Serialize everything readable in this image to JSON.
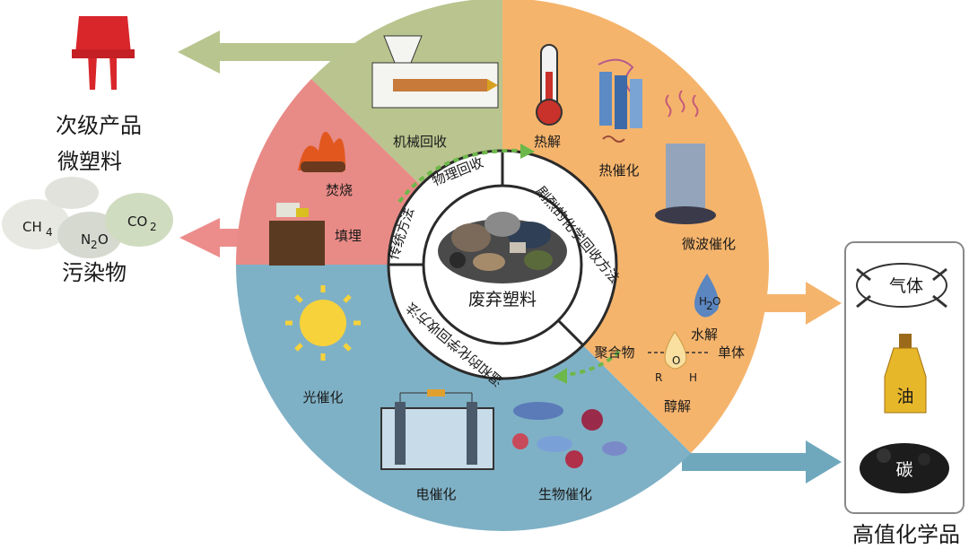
{
  "center": {
    "label": "废弃塑料"
  },
  "arcs": {
    "traditional": "传统方法",
    "physical": "物理回收",
    "drastic": "剧烈的化学回收方法",
    "mild": "温和的化学回收方法"
  },
  "sectors": {
    "mechanical": "机械回收",
    "incineration": "焚烧",
    "landfill": "填埋",
    "pyrolysis": "热解",
    "thermal_catalysis": "热催化",
    "microwave": "微波催化",
    "hydrolysis": "水解",
    "alcoholysis": "醇解",
    "photocatalysis": "光催化",
    "electrocatalysis": "电催化",
    "biocatalysis": "生物催化"
  },
  "chem": {
    "polymer": "聚合物",
    "monomer": "单体",
    "h2o_h": "H",
    "h2o_2": "2",
    "h2o_o": "O",
    "r": "R",
    "o": "O",
    "h": "H"
  },
  "outputs": {
    "secondary": "次级产品",
    "microplastic": "微塑料",
    "pollutant": "污染物",
    "gas": "气体",
    "oil": "油",
    "carbon": "碳",
    "high_value": "高值化学品",
    "ch4": "CH",
    "ch4_sub": "4",
    "n2o": "N",
    "n2o_sub": "2",
    "n2o_o": "O",
    "co2": "CO",
    "co2_sub": "2"
  },
  "colors": {
    "mechanical": "#b9c48e",
    "red": "#e88a86",
    "orange": "#f5b46c",
    "blue": "#7fb1c6",
    "arrow_green": "#b8c58f",
    "arrow_orange": "#f5b46c",
    "arrow_blue": "#6fa8bd",
    "arrow_red": "#ec8d8b"
  }
}
